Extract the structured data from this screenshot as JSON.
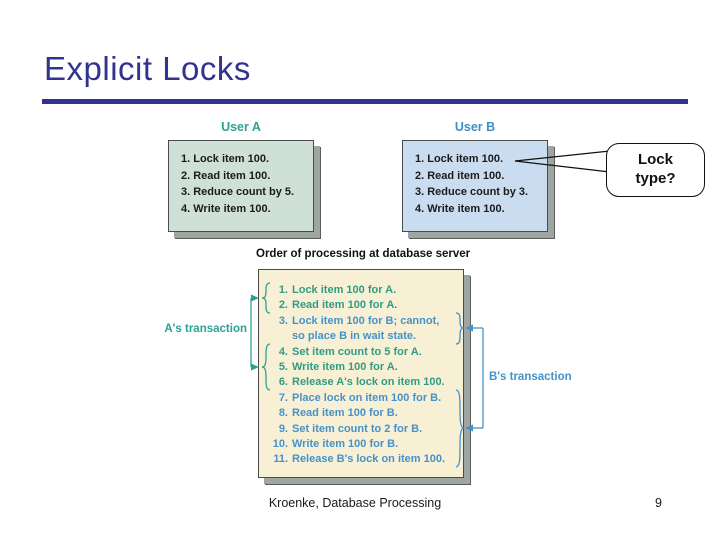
{
  "slide": {
    "title": "Explicit Locks"
  },
  "colors": {
    "accent_navy": "#31338F",
    "teal_a": "#2EA093",
    "green_steps": "#2F9C84",
    "blue_b": "#4592C9",
    "user_a_fill": "#CFE0D6",
    "user_b_fill": "#C9DCF0",
    "server_fill": "#F8F0D5",
    "shadow_gray": "#9FA5A1"
  },
  "diagram": {
    "user_a": {
      "label": "User A",
      "steps": [
        "1. Lock item 100.",
        "2. Read item 100.",
        "3. Reduce count by 5.",
        "4. Write item 100."
      ]
    },
    "user_b": {
      "label": "User B",
      "steps": [
        "1. Lock item 100.",
        "2. Read item 100.",
        "3. Reduce count by 3.",
        "4. Write item 100."
      ]
    },
    "callout": {
      "text": "Lock type?"
    },
    "server": {
      "title": "Order of processing at database server",
      "steps": [
        {
          "n": "1.",
          "text": "Lock item 100 for A.",
          "who": "A"
        },
        {
          "n": "2.",
          "text": "Read item 100 for A.",
          "who": "A"
        },
        {
          "n": "3.",
          "text": "Lock item 100 for B; cannot,\nso place B in wait state.",
          "who": "B"
        },
        {
          "n": "4.",
          "text": "Set item count to 5 for A.",
          "who": "A"
        },
        {
          "n": "5.",
          "text": "Write item 100 for A.",
          "who": "A"
        },
        {
          "n": "6.",
          "text": "Release A's lock on item 100.",
          "who": "A"
        },
        {
          "n": "7.",
          "text": "Place lock on item 100 for B.",
          "who": "B"
        },
        {
          "n": "8.",
          "text": "Read item 100 for B.",
          "who": "B"
        },
        {
          "n": "9.",
          "text": "Set item count to 2 for B.",
          "who": "B"
        },
        {
          "n": "10.",
          "text": "Write item 100 for B.",
          "who": "B"
        },
        {
          "n": "11.",
          "text": "Release B's lock on item 100.",
          "who": "B"
        }
      ]
    },
    "a_transaction_label": "A's transaction",
    "b_transaction_label": "B's transaction"
  },
  "footer": {
    "citation": "Kroenke, Database Processing",
    "page": "9"
  }
}
